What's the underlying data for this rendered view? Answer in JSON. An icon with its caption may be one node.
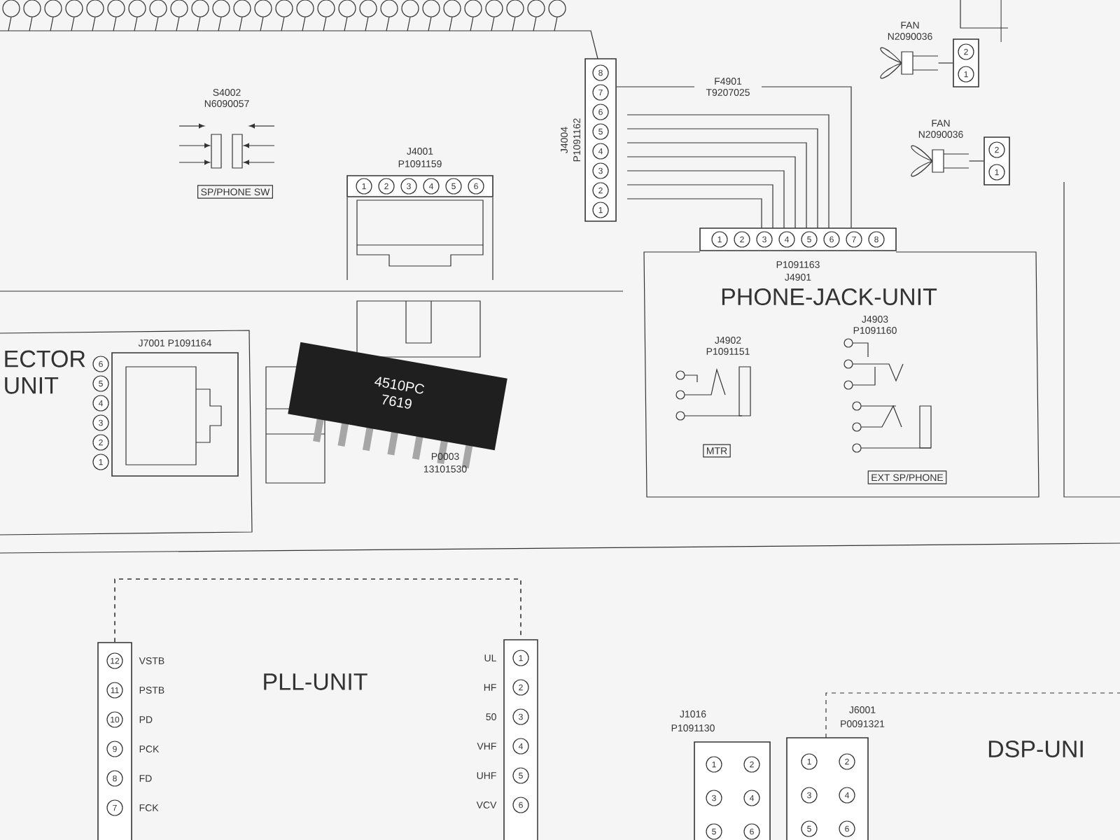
{
  "diagram": {
    "nodes": [
      {
        "text": [
          "SP/PHONE SW"
        ],
        "beside": [
          "S4002",
          "N6090057"
        ]
      },
      {
        "text": [
          "1",
          "2",
          "3",
          "4",
          "5",
          "6"
        ],
        "beside": [
          "J4001",
          "P1091159"
        ]
      },
      {
        "text": [
          "8",
          "7",
          "6",
          "5",
          "4",
          "3",
          "2",
          "1"
        ],
        "beside": [
          "J4004",
          "P1091162"
        ]
      },
      {
        "text": [],
        "shape": "picture",
        "beside": [
          "FAN",
          "N2090036"
        ]
      },
      {
        "text": [
          "2",
          "1"
        ]
      },
      {
        "text": [],
        "shape": "picture",
        "beside": [
          "FAN",
          "N2090036"
        ]
      },
      {
        "text": [
          "2",
          "1"
        ]
      },
      {
        "text": [
          "1",
          "2",
          "3",
          "4",
          "5",
          "6",
          "7",
          "8"
        ],
        "beside": [
          "P1091163",
          "J4901"
        ]
      },
      {
        "text": [
          "PHONE-JACK-UNIT"
        ]
      },
      {
        "text": [
          "MTR"
        ],
        "beside": [
          "J4902",
          "P1091151"
        ],
        "in": 8
      },
      {
        "text": [
          "EXT SP/PHONE"
        ],
        "beside": [
          "J4903",
          "P1091160"
        ],
        "in": 8
      },
      {
        "text": [
          "ECTOR UNIT"
        ]
      },
      {
        "text": [
          "6",
          "5",
          "4",
          "3",
          "2",
          "1"
        ],
        "beside": [
          "J7001 P1091164"
        ],
        "in": 11
      },
      {
        "text": [
          "4510PC",
          "7619"
        ]
      },
      {
        "text": [
          "12",
          "11",
          "10",
          "9",
          "8",
          "7"
        ],
        "beside": [
          "VSTB",
          "PSTB",
          "PD",
          "PCK",
          "FD",
          "FCK"
        ]
      },
      {
        "text": [
          "1",
          "2",
          "3",
          "4",
          "5",
          "6"
        ],
        "beside": [
          "UL",
          "HF",
          "50",
          "VHF",
          "UHF",
          "VCV"
        ]
      },
      {
        "text": [
          "1",
          "2",
          "3",
          "4",
          "5",
          "6"
        ],
        "beside": [
          "J1016",
          "P1091130"
        ]
      },
      {
        "text": [
          "1",
          "2",
          "3",
          "4",
          "5",
          "6"
        ],
        "beside": [
          "J6001",
          "P0091321"
        ]
      }
    ],
    "edges": [
      {
        "from": 2,
        "to": 7,
        "arrow": "none",
        "label": "F4901 T9207025"
      },
      {
        "from": 3,
        "to": 4,
        "arrow": "none"
      },
      {
        "from": 5,
        "to": 6,
        "arrow": "none"
      },
      {
        "from": 14,
        "to": 15,
        "arrow": "none",
        "style": "dashed"
      }
    ],
    "labels": [
      "P0003",
      "13101530",
      "PLL-UNIT",
      "DSP-UNI"
    ]
  }
}
